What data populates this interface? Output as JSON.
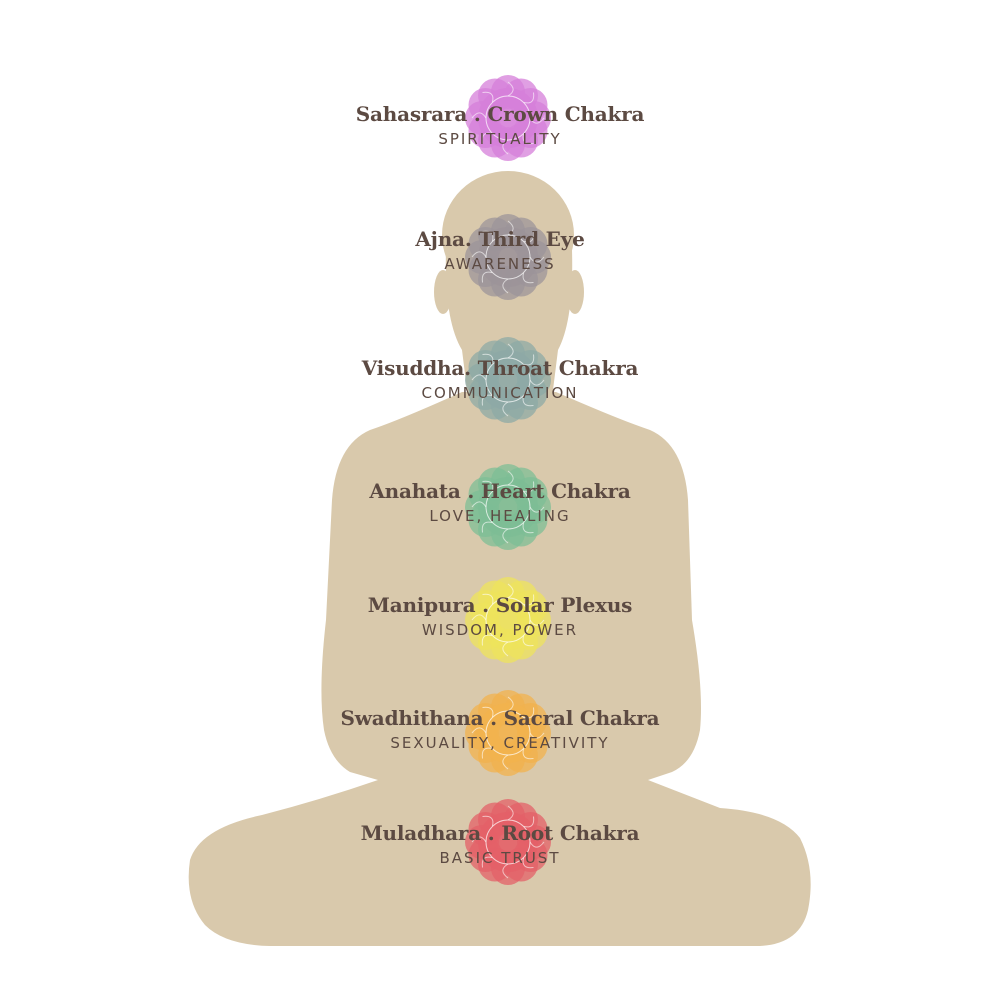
{
  "colors": {
    "background": "#ffffff",
    "silhouette": "#d9c9ac",
    "text": "#5c4a42",
    "crown": "#d67fd9",
    "third_eye": "#9c9499",
    "throat": "#8ea9a6",
    "heart": "#7dbd95",
    "solar_plexus": "#ede35c",
    "sacral": "#f2b24e",
    "root": "#e36068"
  },
  "chakras": [
    {
      "name": "Sahasrara . Crown Chakra",
      "quality": "SPIRITUALITY",
      "color": "#d67fd9",
      "icon": "lotus-icon"
    },
    {
      "name": "Ajna. Third Eye",
      "quality": "AWARENESS",
      "color": "#9c9499",
      "icon": "lotus-icon"
    },
    {
      "name": "Visuddha. Throat Chakra",
      "quality": "COMMUNICATION",
      "color": "#8ea9a6",
      "icon": "lotus-icon"
    },
    {
      "name": "Anahata . Heart Chakra",
      "quality": "LOVE, HEALING",
      "color": "#7dbd95",
      "icon": "lotus-icon"
    },
    {
      "name": "Manipura . Solar Plexus",
      "quality": "WISDOM, POWER",
      "color": "#ede35c",
      "icon": "lotus-icon"
    },
    {
      "name": "Swadhithana . Sacral Chakra",
      "quality": "SEXUALITY, CREATIVITY",
      "color": "#f2b24e",
      "icon": "lotus-icon"
    },
    {
      "name": "Muladhara . Root Chakra",
      "quality": "BASIC TRUST",
      "color": "#e36068",
      "icon": "lotus-icon"
    }
  ]
}
